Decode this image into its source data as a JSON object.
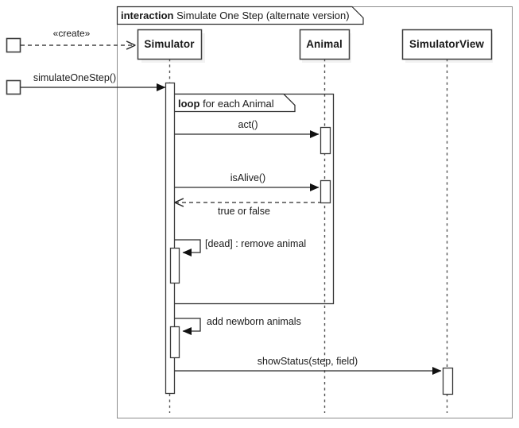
{
  "diagram": {
    "kind": "uml-sequence-diagram",
    "frame": {
      "keyword": "interaction",
      "name": "Simulate One Step (alternate version)"
    },
    "lifelines": [
      {
        "id": "simulator",
        "name": "Simulator"
      },
      {
        "id": "animal",
        "name": "Animal"
      },
      {
        "id": "simulatorview",
        "name": "SimulatorView"
      }
    ],
    "found_messages": [
      {
        "id": "create",
        "label": "«create»",
        "target": "simulator",
        "style": "dashed"
      },
      {
        "id": "simulateOneStep",
        "label": "simulateOneStep()",
        "target": "simulator",
        "style": "solid"
      }
    ],
    "fragment": {
      "operator": "loop",
      "guard": "for each Animal"
    },
    "messages": [
      {
        "id": "act",
        "label": "act()",
        "from": "simulator",
        "to": "animal",
        "style": "solid"
      },
      {
        "id": "isAlive",
        "label": "isAlive()",
        "from": "simulator",
        "to": "animal",
        "style": "solid"
      },
      {
        "id": "return-alive",
        "label": "true or false",
        "from": "animal",
        "to": "simulator",
        "style": "dashed-return"
      },
      {
        "id": "remove-animal",
        "label": "[dead] : remove animal",
        "from": "simulator",
        "to": "simulator",
        "style": "self"
      },
      {
        "id": "add-newborn",
        "label": "add newborn animals",
        "from": "simulator",
        "to": "simulator",
        "style": "self"
      },
      {
        "id": "showStatus",
        "label": "showStatus(step, field)",
        "from": "simulator",
        "to": "simulatorview",
        "style": "solid"
      }
    ],
    "colors": {
      "line": "#3a3a3a",
      "text": "#1a1a1a",
      "shadow": "#e8e8e8",
      "background": "#ffffff"
    }
  }
}
